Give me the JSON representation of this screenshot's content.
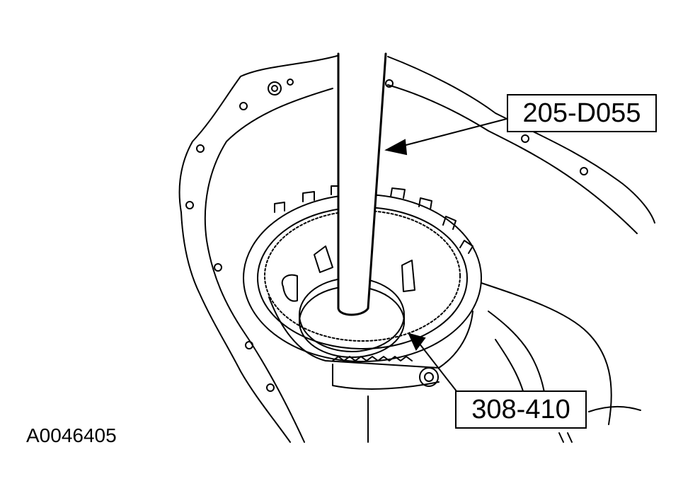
{
  "callouts": [
    {
      "id": "tool-a",
      "label": "205-D055"
    },
    {
      "id": "tool-b",
      "label": "308-410"
    }
  ],
  "figure_id": "A0046405",
  "colors": {
    "line": "#000000",
    "background": "#ffffff"
  }
}
